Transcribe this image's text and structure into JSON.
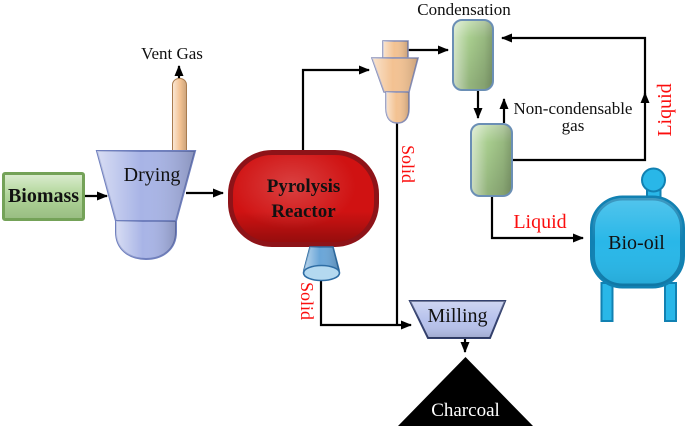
{
  "diagram": {
    "title_none": "",
    "nodes": {
      "biomass": {
        "label": "Biomass"
      },
      "drying": {
        "label": "Drying"
      },
      "vent_gas": {
        "label": "Vent Gas"
      },
      "pyrolysis_reactor": {
        "label_line1": "Pyrolysis",
        "label_line2": "Reactor"
      },
      "condensation": {
        "label": "Condensation"
      },
      "non_condensable_gas": {
        "label_line1": "Non-condensable",
        "label_line2": "gas"
      },
      "bio_oil": {
        "label": "Bio-oil"
      },
      "milling": {
        "label": "Milling"
      },
      "charcoal": {
        "label": "Charcoal"
      }
    },
    "stream_labels": {
      "solid_from_cyclone": "Solid",
      "solid_from_reactor": "Solid",
      "liquid_recycle": "Liquid",
      "liquid_out": "Liquid"
    },
    "colors": {
      "biomass_fill": "#abd392",
      "biomass_border": "#74a258",
      "drying_fill": "#a8b4e6",
      "drying_border": "#6f7fbe",
      "pipe_fill": "#f3c292",
      "pipe_border": "#a97c4f",
      "cyclone_border": "#8a90b8",
      "reactor_fill": "#d01212",
      "reactor_border": "#8e1318",
      "cone_fill": "#6aa6d8",
      "cone_border": "#2e6da4",
      "cone_mouth": "#b4d9f0",
      "vessel_fill": "#a8cd8e",
      "vessel_border": "#6b8fb5",
      "tank_fill": "#29b7e8",
      "tank_border": "#1181b2",
      "milling_fill": "#b7c2ec",
      "milling_border": "#33406e",
      "charcoal_fill": "#000000",
      "charcoal_text": "#ffffff",
      "stream_label": "#fb0d0d",
      "line": "#000000"
    }
  }
}
